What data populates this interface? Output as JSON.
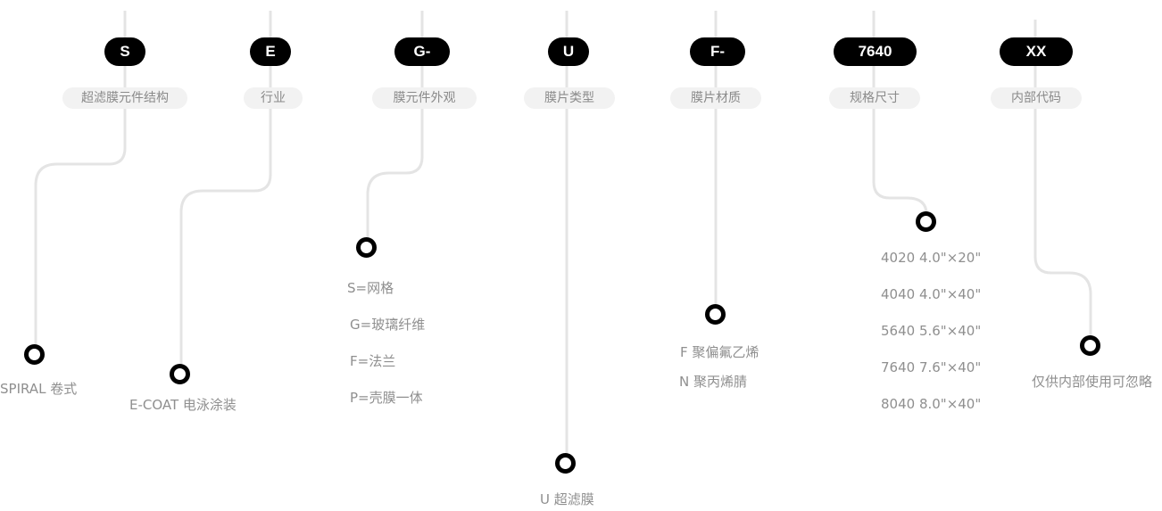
{
  "segments": [
    {
      "code": "S",
      "label": "超滤膜元件结构",
      "options": [
        "SPIRAL 卷式"
      ]
    },
    {
      "code": "E",
      "label": "行业",
      "options": [
        "E-COAT 电泳涂装"
      ]
    },
    {
      "code": "G-",
      "label": "膜元件外观",
      "options": [
        "S=网格",
        "G=玻璃纤维",
        "F=法兰",
        "P=壳膜一体"
      ]
    },
    {
      "code": "U",
      "label": "膜片类型",
      "options": [
        "U 超滤膜"
      ]
    },
    {
      "code": "F-",
      "label": "膜片材质",
      "options": [
        "F 聚偏氟乙烯",
        "N 聚丙烯腈"
      ]
    },
    {
      "code": "7640",
      "label": "规格尺寸",
      "options": [
        "4020 4.0\"×20\"",
        "4040 4.0\"×40\"",
        "5640 5.6\"×40\"",
        "7640 7.6\"×40\"",
        "8040 8.0\"×40\""
      ]
    },
    {
      "code": "XX",
      "label": "内部代码",
      "options": [
        "仅供内部使用可忽略"
      ]
    }
  ]
}
